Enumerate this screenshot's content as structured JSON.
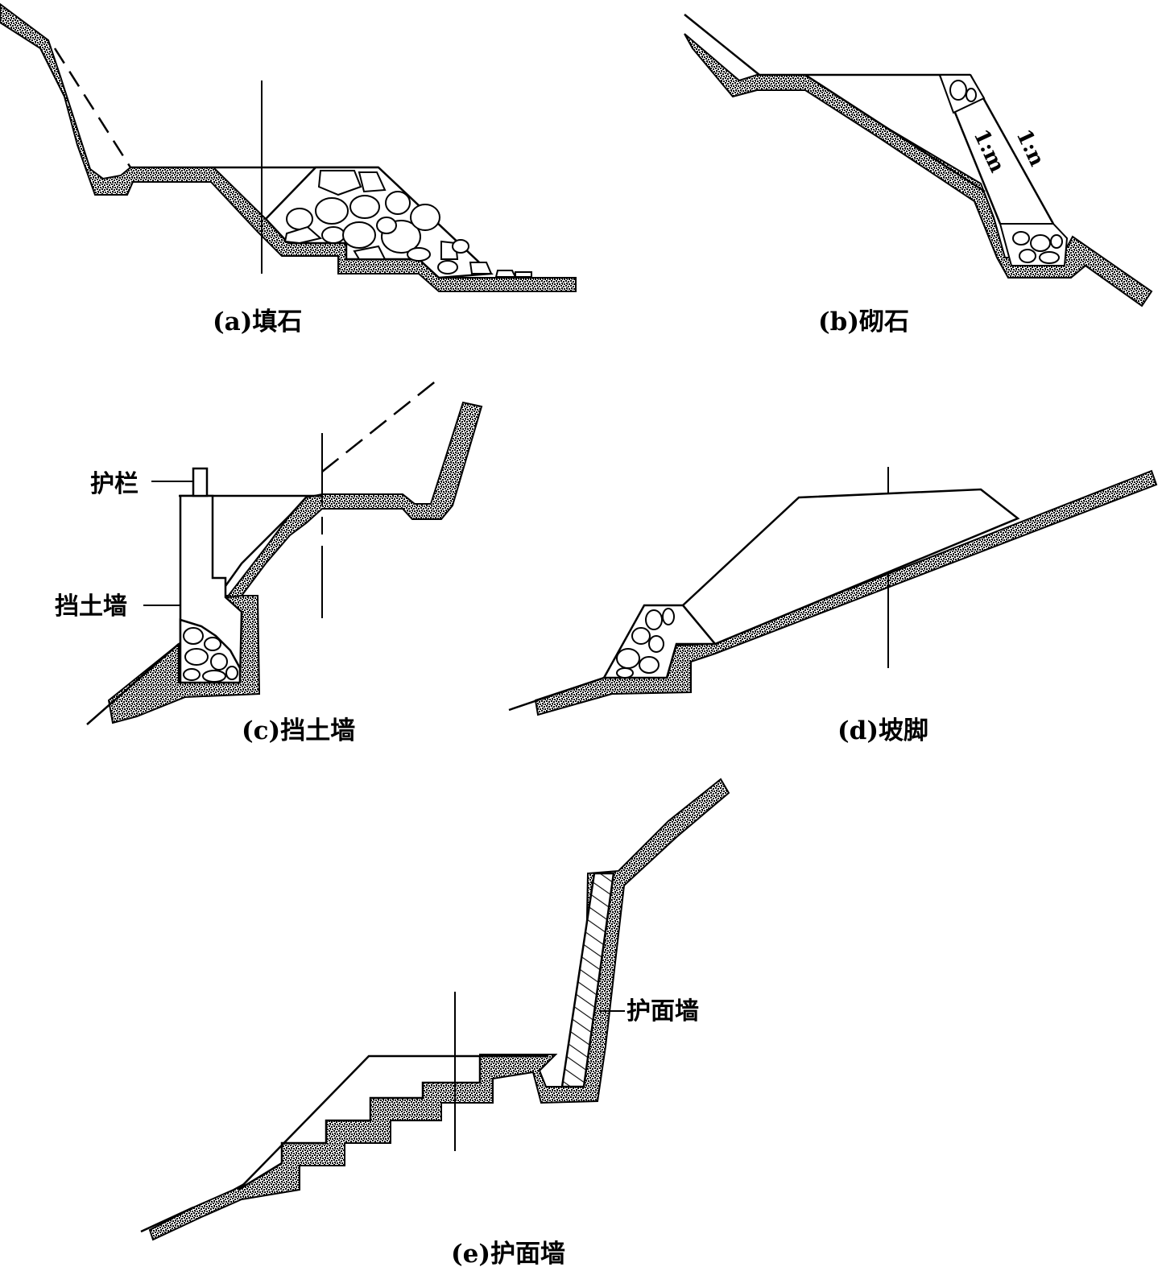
{
  "captions": {
    "a": "(a)填石",
    "b": "(b)砌石",
    "c": "(c)挡土墙",
    "d": "(d)坡脚",
    "e": "(e)护面墙"
  },
  "labels": {
    "guardrail": "护栏",
    "retaining_wall": "挡土墙",
    "facing_wall": "护面墙",
    "ratio_m": "1:m",
    "ratio_n": "1:n"
  }
}
